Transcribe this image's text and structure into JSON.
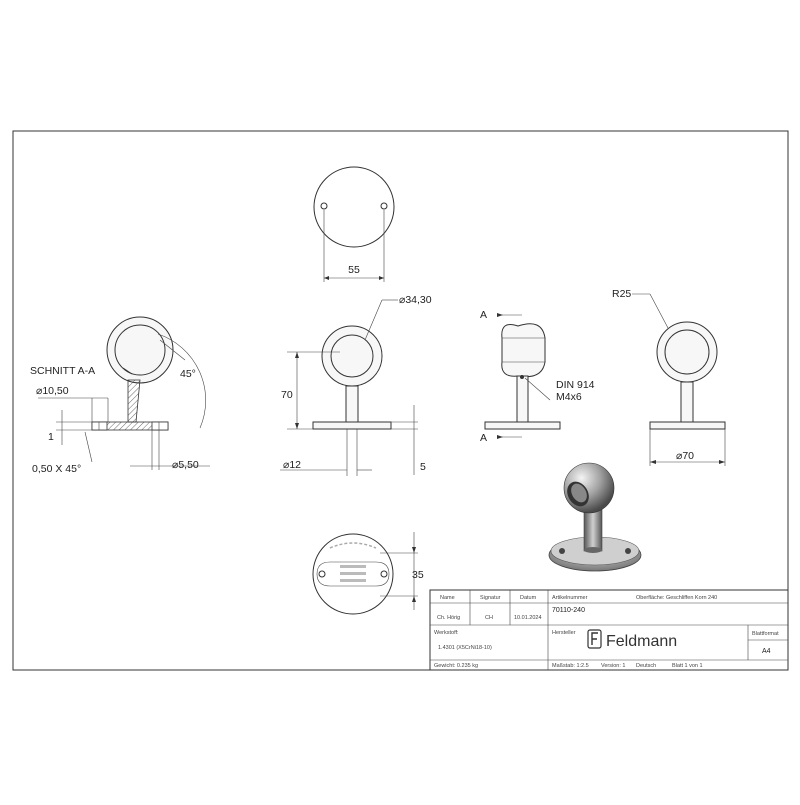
{
  "views": {
    "top_dim_55": "55",
    "dia_34_30": "⌀34,30",
    "height_70": "70",
    "dia_12": "⌀12",
    "thick_5": "5",
    "section_label": "SCHNITT A-A",
    "dia_10_50": "⌀10,50",
    "angle_45": "45°",
    "dim_1": "1",
    "chamfer": "0,50 X 45°",
    "dia_5_50": "⌀5,50",
    "cut_a_top": "A",
    "cut_a_bottom": "A",
    "din_line1": "DIN 914",
    "din_line2": "M4x6",
    "radius_r25": "R25",
    "dia_70": "⌀70",
    "bottom_dim_35": "35"
  },
  "title_block": {
    "name_h": "Name",
    "signatur_h": "Signatur",
    "datum_h": "Datum",
    "artikel_h": "Artikelnummer",
    "oberflaeche": "Oberfläche:  Geschliffen Korn 240",
    "ch_name": "Ch. Hörig",
    "ch_sig": "CH",
    "ch_date": "10.01.2024",
    "artikelnummer": "70110-240",
    "werkstoff_h": "Werkstoff:",
    "werkstoff": "1.4301 (X5CrNi18-10)",
    "hersteller_h": "Hersteller",
    "logo": "Feldmann",
    "blattformat_h": "Blattformat",
    "blattformat": "A4",
    "gewicht": "Gewicht: 0.235 kg",
    "massstab": "Maßstab: 1:2.5",
    "version": "Version: 1",
    "sprache": "Deutsch",
    "blatt": "Blatt 1 von 1"
  }
}
